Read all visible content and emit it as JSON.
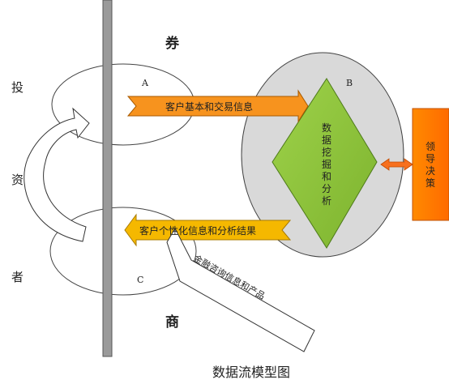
{
  "labels": {
    "investor_chars": [
      "投",
      "资",
      "者"
    ],
    "quan": "券",
    "shang": "商",
    "node_a": "A",
    "node_b": "B",
    "node_c": "C",
    "arrow_top": "客户基本和交易信息",
    "arrow_bottom": "客户个性化信息和分析结果",
    "arrow_diagonal": "金融咨询信息和产品",
    "diamond_chars": [
      "数",
      "据",
      "挖",
      "掘",
      "和",
      "分",
      "析"
    ],
    "leader_chars": [
      "领",
      "导",
      "决",
      "策"
    ],
    "caption": "数据流模型图"
  },
  "colors": {
    "top_arrow": "#f7931e",
    "bottom_arrow": "#f5b800",
    "diamond": "#8dc63f",
    "big_ellipse": "#d9d9d9",
    "leader_box": "#ff8000",
    "pillar": "#999999"
  }
}
